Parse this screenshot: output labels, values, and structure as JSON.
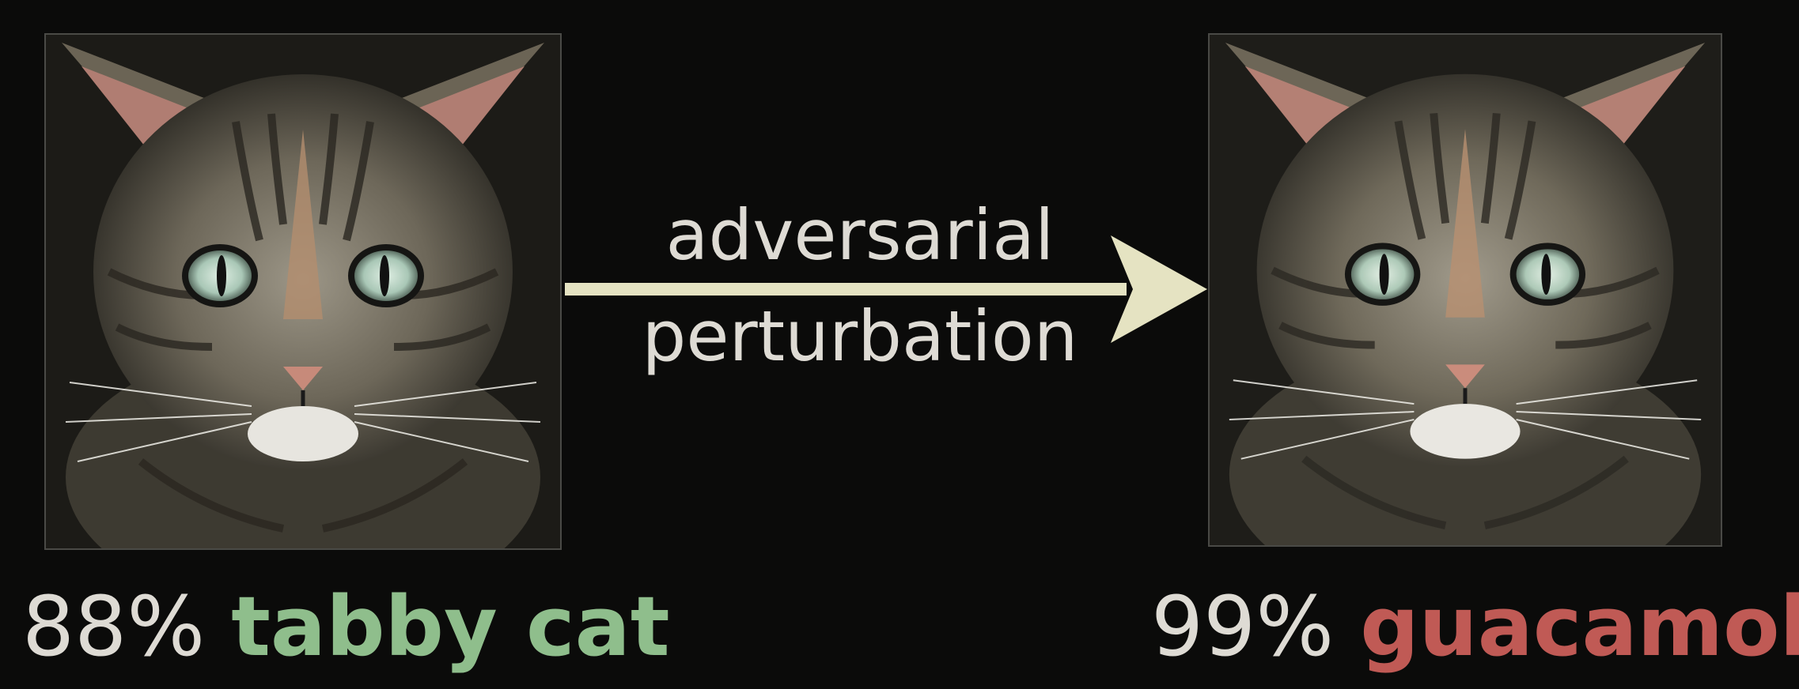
{
  "left": {
    "image": "tabby-cat-photo",
    "percent": "88%",
    "label": "tabby cat",
    "label_color": "#8fbe8c"
  },
  "arrow": {
    "line1": "adversarial",
    "line2": "perturbation",
    "color": "#e5e3c2"
  },
  "right": {
    "image": "tabby-cat-photo-perturbed",
    "percent": "99%",
    "label": "guacamole",
    "label_color": "#c05a55"
  },
  "colors": {
    "background": "#0b0b0a",
    "text": "#dedbd4"
  }
}
